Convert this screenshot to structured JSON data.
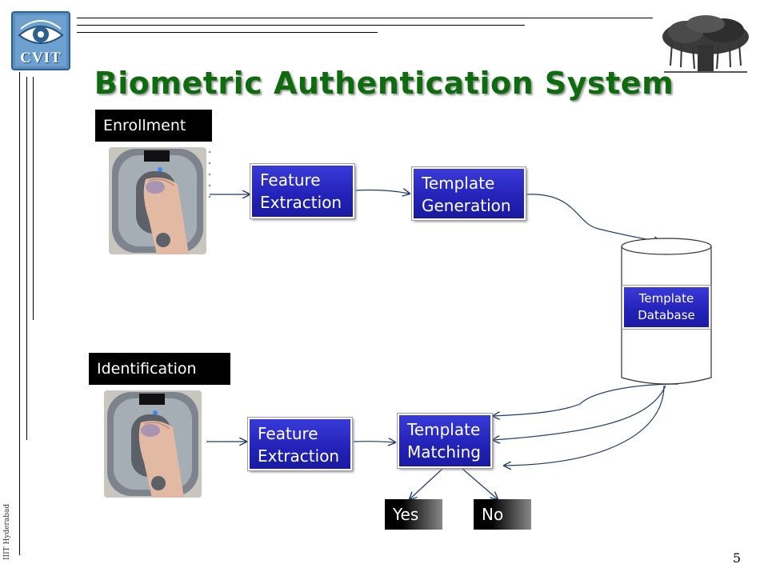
{
  "header": {
    "logo_text": "CVIT",
    "title": "Biometric Authentication System"
  },
  "enrollment": {
    "label": "Enrollment",
    "feature_extraction": [
      "Feature",
      "Extraction"
    ],
    "template_generation": [
      "Template",
      "Generation"
    ]
  },
  "database": {
    "label": [
      "Template",
      "Database"
    ]
  },
  "identification": {
    "label": "Identification",
    "feature_extraction": [
      "Feature",
      "Extraction"
    ],
    "template_matching": [
      "Template",
      "Matching"
    ]
  },
  "results": {
    "yes": "Yes",
    "no": "No"
  },
  "footer": {
    "side_text": "IIIT Hyderabad",
    "page_number": "5"
  },
  "colors": {
    "title": "#0e6b0e",
    "box_blue": "#2727c0",
    "connector": "#1f3a6e",
    "logo_blue": "#5a8fc0"
  }
}
